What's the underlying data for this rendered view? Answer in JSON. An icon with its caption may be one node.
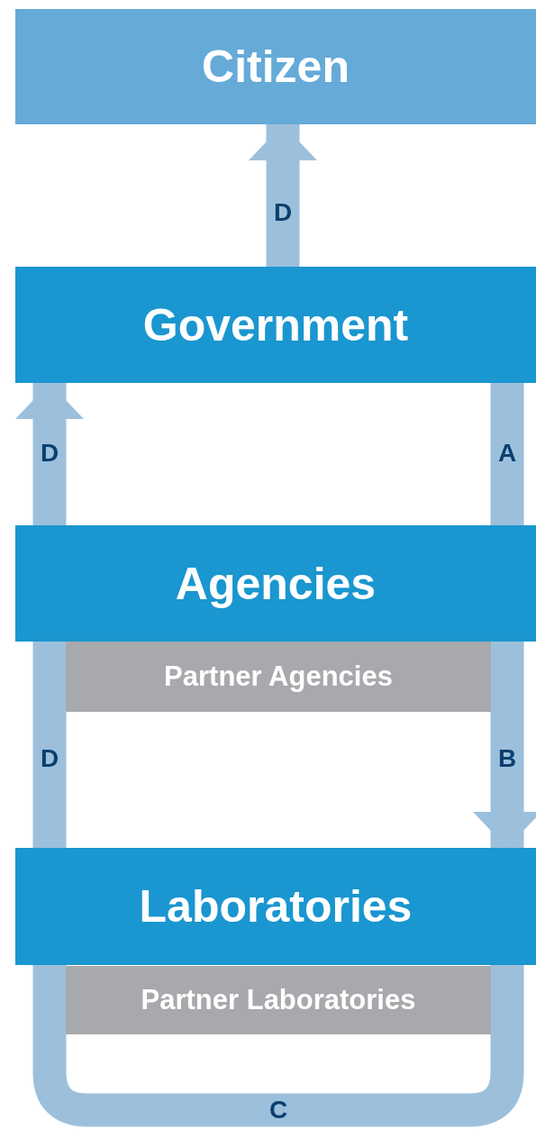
{
  "diagram": {
    "nodes": [
      {
        "text": [
          "Citizen"
        ]
      },
      {
        "text": [
          "Government"
        ]
      },
      {
        "text": [
          "Agencies"
        ]
      },
      {
        "text": [
          "Partner Agencies"
        ]
      },
      {
        "text": [
          "Laboratories"
        ]
      },
      {
        "text": [
          "Partner Laboratories"
        ]
      }
    ],
    "edges": [
      {
        "from": 1,
        "to": 0,
        "arrow": "to",
        "label": "D"
      },
      {
        "from": 2,
        "to": 1,
        "arrow": "to",
        "label": "D"
      },
      {
        "from": 1,
        "to": 2,
        "arrow": "none",
        "label": "A"
      },
      {
        "from": 2,
        "to": 4,
        "arrow": "to",
        "label": "B"
      },
      {
        "from": 4,
        "to": 2,
        "arrow": "none",
        "label": "D"
      },
      {
        "from": 4,
        "to": 4,
        "arrow": "none",
        "label": "C"
      }
    ]
  }
}
